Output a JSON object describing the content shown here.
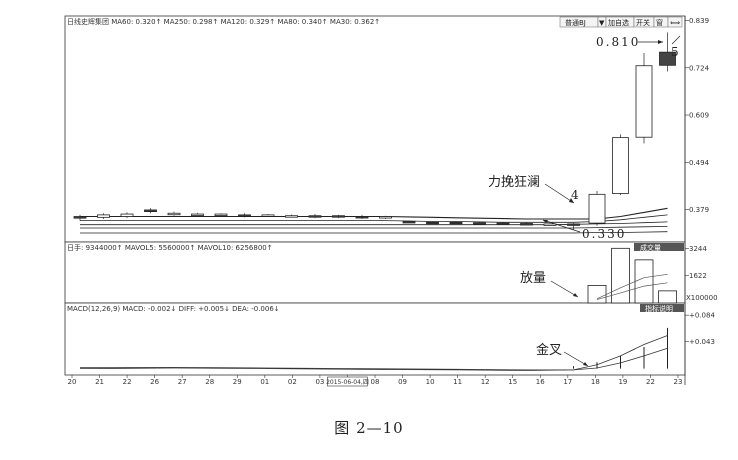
{
  "caption": "图 2—10",
  "header": {
    "main": "日线史辉集团 MA60: 0.320↑ MA250: 0.298↑ MA120: 0.329↑ MA80: 0.340↑ MA30: 0.362↑",
    "volume": "日手: 9344000↑ MAVOL5: 5560000↑ MAVOL10: 6256800↑",
    "macd": "MACD(12,26,9) MACD: -0.002↓ DIFF: +0.005↓ DEA: -0.006↓"
  },
  "toolbar": {
    "b1": "普通BJ",
    "b2": "▼",
    "b3": "加自选",
    "b4": "开关",
    "b5": "窗",
    "b6": "⟺"
  },
  "panel_tags": {
    "volume": "成交量",
    "macd": "指标说明"
  },
  "annotations": {
    "high_label": "0.810",
    "num5": "5",
    "num4": "4",
    "low_label": "0.330",
    "limit_up": "力挽狂澜",
    "volume_up": "放量",
    "golden_cross": "金叉"
  },
  "chart_data": [
    {
      "type": "candlestick",
      "ylim": [
        0.3,
        0.85
      ],
      "y_ticks": [
        0.839,
        0.724,
        0.609,
        0.494,
        0.379
      ],
      "x_ticks": [
        "20",
        "21",
        "22",
        "26",
        "27",
        "28",
        "29",
        "01",
        "02",
        "03",
        "2015-06-04,四",
        "08",
        "09",
        "10",
        "11",
        "12",
        "15",
        "16",
        "17",
        "18",
        "19",
        "22",
        "23"
      ],
      "candles": [
        {
          "x": 0,
          "open": 0.362,
          "close": 0.358,
          "high": 0.366,
          "low": 0.352
        },
        {
          "x": 1,
          "open": 0.36,
          "close": 0.366,
          "high": 0.37,
          "low": 0.356
        },
        {
          "x": 2,
          "open": 0.362,
          "close": 0.368,
          "high": 0.372,
          "low": 0.358
        },
        {
          "x": 3,
          "open": 0.378,
          "close": 0.374,
          "high": 0.382,
          "low": 0.37
        },
        {
          "x": 4,
          "open": 0.368,
          "close": 0.37,
          "high": 0.374,
          "low": 0.364
        },
        {
          "x": 5,
          "open": 0.368,
          "close": 0.368,
          "high": 0.371,
          "low": 0.364
        },
        {
          "x": 6,
          "open": 0.366,
          "close": 0.368,
          "high": 0.37,
          "low": 0.362
        },
        {
          "x": 7,
          "open": 0.366,
          "close": 0.364,
          "high": 0.37,
          "low": 0.36
        },
        {
          "x": 8,
          "open": 0.366,
          "close": 0.366,
          "high": 0.368,
          "low": 0.362
        },
        {
          "x": 9,
          "open": 0.364,
          "close": 0.364,
          "high": 0.367,
          "low": 0.36
        },
        {
          "x": 10,
          "open": 0.364,
          "close": 0.362,
          "high": 0.368,
          "low": 0.358
        },
        {
          "x": 11,
          "open": 0.364,
          "close": 0.362,
          "high": 0.366,
          "low": 0.358
        },
        {
          "x": 12,
          "open": 0.362,
          "close": 0.36,
          "high": 0.366,
          "low": 0.356
        },
        {
          "x": 13,
          "open": 0.36,
          "close": 0.362,
          "high": 0.364,
          "low": 0.356
        },
        {
          "x": 14,
          "open": 0.35,
          "close": 0.349,
          "high": 0.352,
          "low": 0.346
        },
        {
          "x": 15,
          "open": 0.348,
          "close": 0.347,
          "high": 0.35,
          "low": 0.344
        },
        {
          "x": 16,
          "open": 0.348,
          "close": 0.347,
          "high": 0.35,
          "low": 0.345
        },
        {
          "x": 17,
          "open": 0.347,
          "close": 0.346,
          "high": 0.349,
          "low": 0.344
        },
        {
          "x": 18,
          "open": 0.346,
          "close": 0.345,
          "high": 0.348,
          "low": 0.343
        },
        {
          "x": 19,
          "open": 0.345,
          "close": 0.344,
          "high": 0.347,
          "low": 0.342
        },
        {
          "x": 20,
          "open": 0.344,
          "close": 0.344,
          "high": 0.346,
          "low": 0.341
        },
        {
          "x": 21,
          "open": 0.344,
          "close": 0.343,
          "high": 0.346,
          "low": 0.33
        },
        {
          "x": 22,
          "open": 0.346,
          "close": 0.416,
          "high": 0.424,
          "low": 0.34
        },
        {
          "x": 23,
          "open": 0.418,
          "close": 0.554,
          "high": 0.562,
          "low": 0.414
        },
        {
          "x": 24,
          "open": 0.555,
          "close": 0.729,
          "high": 0.76,
          "low": 0.54
        },
        {
          "x": 25,
          "open": 0.762,
          "close": 0.73,
          "high": 0.81,
          "low": 0.715
        }
      ],
      "ma_lines": [
        {
          "values": [
            0.362,
            0.362,
            0.362,
            0.362,
            0.362,
            0.362,
            0.362,
            0.362,
            0.362,
            0.362,
            0.362,
            0.362,
            0.362,
            0.362,
            0.361,
            0.36,
            0.359,
            0.358,
            0.357,
            0.356,
            0.356,
            0.356,
            0.356,
            0.362,
            0.372,
            0.382
          ]
        },
        {
          "values": [
            0.352,
            0.352,
            0.352,
            0.352,
            0.352,
            0.352,
            0.352,
            0.352,
            0.352,
            0.352,
            0.352,
            0.352,
            0.352,
            0.352,
            0.351,
            0.35,
            0.35,
            0.349,
            0.348,
            0.348,
            0.348,
            0.348,
            0.35,
            0.354,
            0.36,
            0.366
          ]
        },
        {
          "values": [
            0.342,
            0.342,
            0.342,
            0.342,
            0.342,
            0.342,
            0.342,
            0.342,
            0.342,
            0.342,
            0.342,
            0.342,
            0.342,
            0.342,
            0.342,
            0.342,
            0.342,
            0.342,
            0.342,
            0.342,
            0.342,
            0.343,
            0.344,
            0.345,
            0.347,
            0.349
          ]
        },
        {
          "values": [
            0.334,
            0.334,
            0.334,
            0.334,
            0.334,
            0.334,
            0.334,
            0.334,
            0.334,
            0.334,
            0.334,
            0.334,
            0.334,
            0.334,
            0.334,
            0.334,
            0.334,
            0.334,
            0.334,
            0.334,
            0.334,
            0.334,
            0.335,
            0.336,
            0.337,
            0.338
          ]
        },
        {
          "values": [
            0.322,
            0.322,
            0.322,
            0.322,
            0.322,
            0.322,
            0.322,
            0.322,
            0.322,
            0.322,
            0.322,
            0.322,
            0.322,
            0.322,
            0.322,
            0.322,
            0.322,
            0.322,
            0.322,
            0.322,
            0.322,
            0.322,
            0.323,
            0.323,
            0.324,
            0.325
          ]
        }
      ]
    },
    {
      "type": "bar",
      "y_ticks": [
        3244,
        1622
      ],
      "y_unit": "X100000",
      "x": [
        22,
        23,
        24,
        25
      ],
      "values": [
        1040,
        3244,
        2560,
        720
      ],
      "ylim": [
        0,
        3500
      ],
      "ma_lines": [
        {
          "values": [
            250,
            900,
            1500,
            1700
          ]
        },
        {
          "values": [
            200,
            600,
            1000,
            1200
          ]
        }
      ]
    },
    {
      "type": "line",
      "y_ticks": [
        0.084,
        0.043
      ],
      "ylim": [
        -0.01,
        0.1
      ],
      "x": [
        0,
        4,
        8,
        12,
        16,
        19,
        21,
        22,
        23,
        24,
        25
      ],
      "series": [
        {
          "values": [
            0.0,
            0.001,
            0.0,
            -0.001,
            -0.002,
            -0.003,
            -0.002,
            0.006,
            0.02,
            0.038,
            0.052
          ]
        },
        {
          "values": [
            0.002,
            0.002,
            0.001,
            0.0,
            -0.001,
            -0.002,
            -0.002,
            0.001,
            0.009,
            0.02,
            0.032
          ]
        }
      ],
      "bars": [
        0.004,
        0.01,
        0.02,
        0.034,
        0.064
      ]
    }
  ]
}
